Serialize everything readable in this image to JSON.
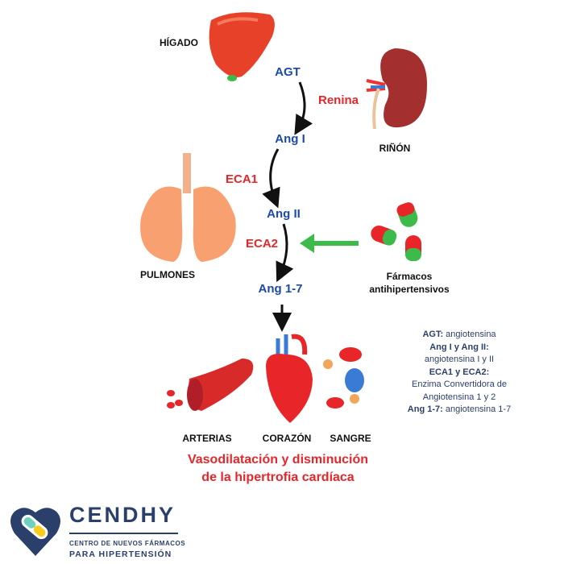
{
  "organs": {
    "liver": "HÍGADO",
    "kidney": "RIÑÓN",
    "lungs": "PULMONES",
    "arteries": "ARTERIAS",
    "heart": "CORAZÓN",
    "blood": "SANGRE"
  },
  "pathway": {
    "agt": "AGT",
    "renin": "Renina",
    "ang1": "Ang I",
    "eca1": "ECA1",
    "ang2": "Ang II",
    "eca2": "ECA2",
    "ang17": "Ang 1-7"
  },
  "drugs": {
    "line1": "Fármacos",
    "line2": "antihipertensivos"
  },
  "legend": {
    "agt_term": "AGT:",
    "agt_def": " angiotensina",
    "ang_term": "Ang I y Ang II:",
    "ang_def": "angiotensina I y II",
    "eca_term": "ECA1 y ECA2:",
    "eca_def1": "Enzima Convertidora de",
    "eca_def2": "Angiotensina 1 y 2",
    "ang17_term": "Ang 1-7:",
    "ang17_def": " angiotensina 1-7"
  },
  "result": {
    "line1": "Vasodilatación y disminución",
    "line2": "de la hipertrofia cardíaca"
  },
  "logo": {
    "name": "CENDHY",
    "sub1": "CENTRO DE NUEVOS FÁRMACOS",
    "sub2": "PARA HIPERTENSIÓN"
  },
  "colors": {
    "blue": "#1c4aa8",
    "red": "#e8262a",
    "navy": "#2b3f6b",
    "green": "#3dbb4a"
  }
}
